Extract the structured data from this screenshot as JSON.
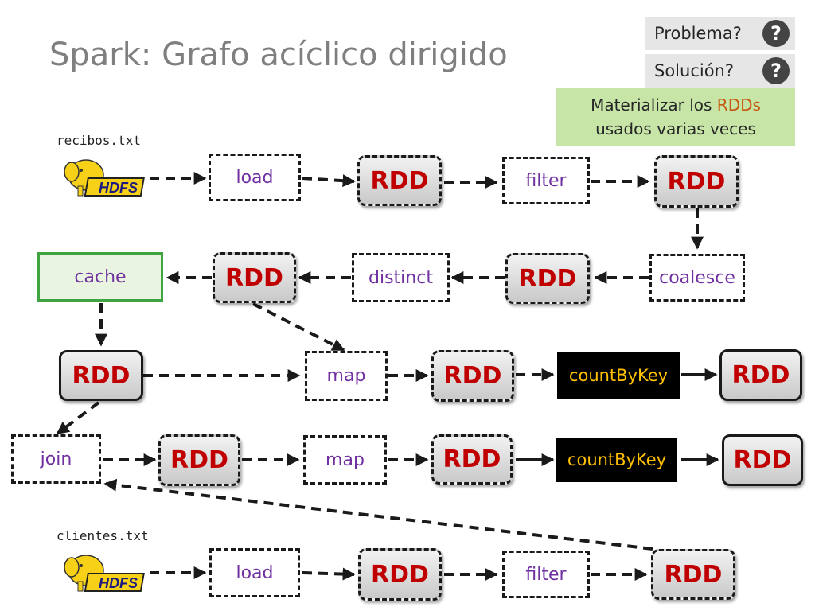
{
  "title": "Spark: Grafo acíclico dirigido",
  "buttons": {
    "problem_label": "Problema?",
    "solution_label": "Solución?",
    "help_icon": "?"
  },
  "solution_box": {
    "line1_pre": "Materializar los ",
    "line1_highlight": "RDDs",
    "line2": "usados varias veces"
  },
  "files": {
    "recibos": "recibos.txt",
    "clientes": "clientes.txt"
  },
  "hdfs_logo": "HDFS",
  "nodes": {
    "load1": "load",
    "rdd1": "RDD",
    "filter1": "filter",
    "rdd2": "RDD",
    "coalesce": "coalesce",
    "rdd3": "RDD",
    "distinct": "distinct",
    "rdd4": "RDD",
    "cache": "cache",
    "rdd5": "RDD",
    "map1": "map",
    "rdd6": "RDD",
    "countByKey1": "countByKey",
    "rdd7": "RDD",
    "join": "join",
    "rdd8": "RDD",
    "map2": "map",
    "rdd9": "RDD",
    "countByKey2": "countByKey",
    "rdd10": "RDD",
    "load2": "load",
    "rdd11": "RDD",
    "filter2": "filter",
    "rdd12": "RDD"
  },
  "colors": {
    "rdd_text": "#c00000",
    "op_text": "#7030a0",
    "action_text": "#ffc000",
    "cache_border": "#3fa43f",
    "solution_bg": "#c8e5a8",
    "highlight": "#c55a11"
  }
}
